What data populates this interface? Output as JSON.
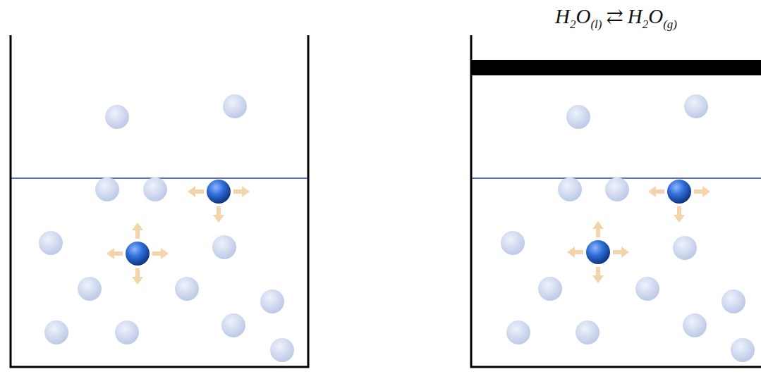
{
  "diagram": {
    "labels": [
      "H",
      "2",
      "O",
      "(l)",
      "⇄",
      "H",
      "2",
      "O",
      "(g)"
    ]
  }
}
